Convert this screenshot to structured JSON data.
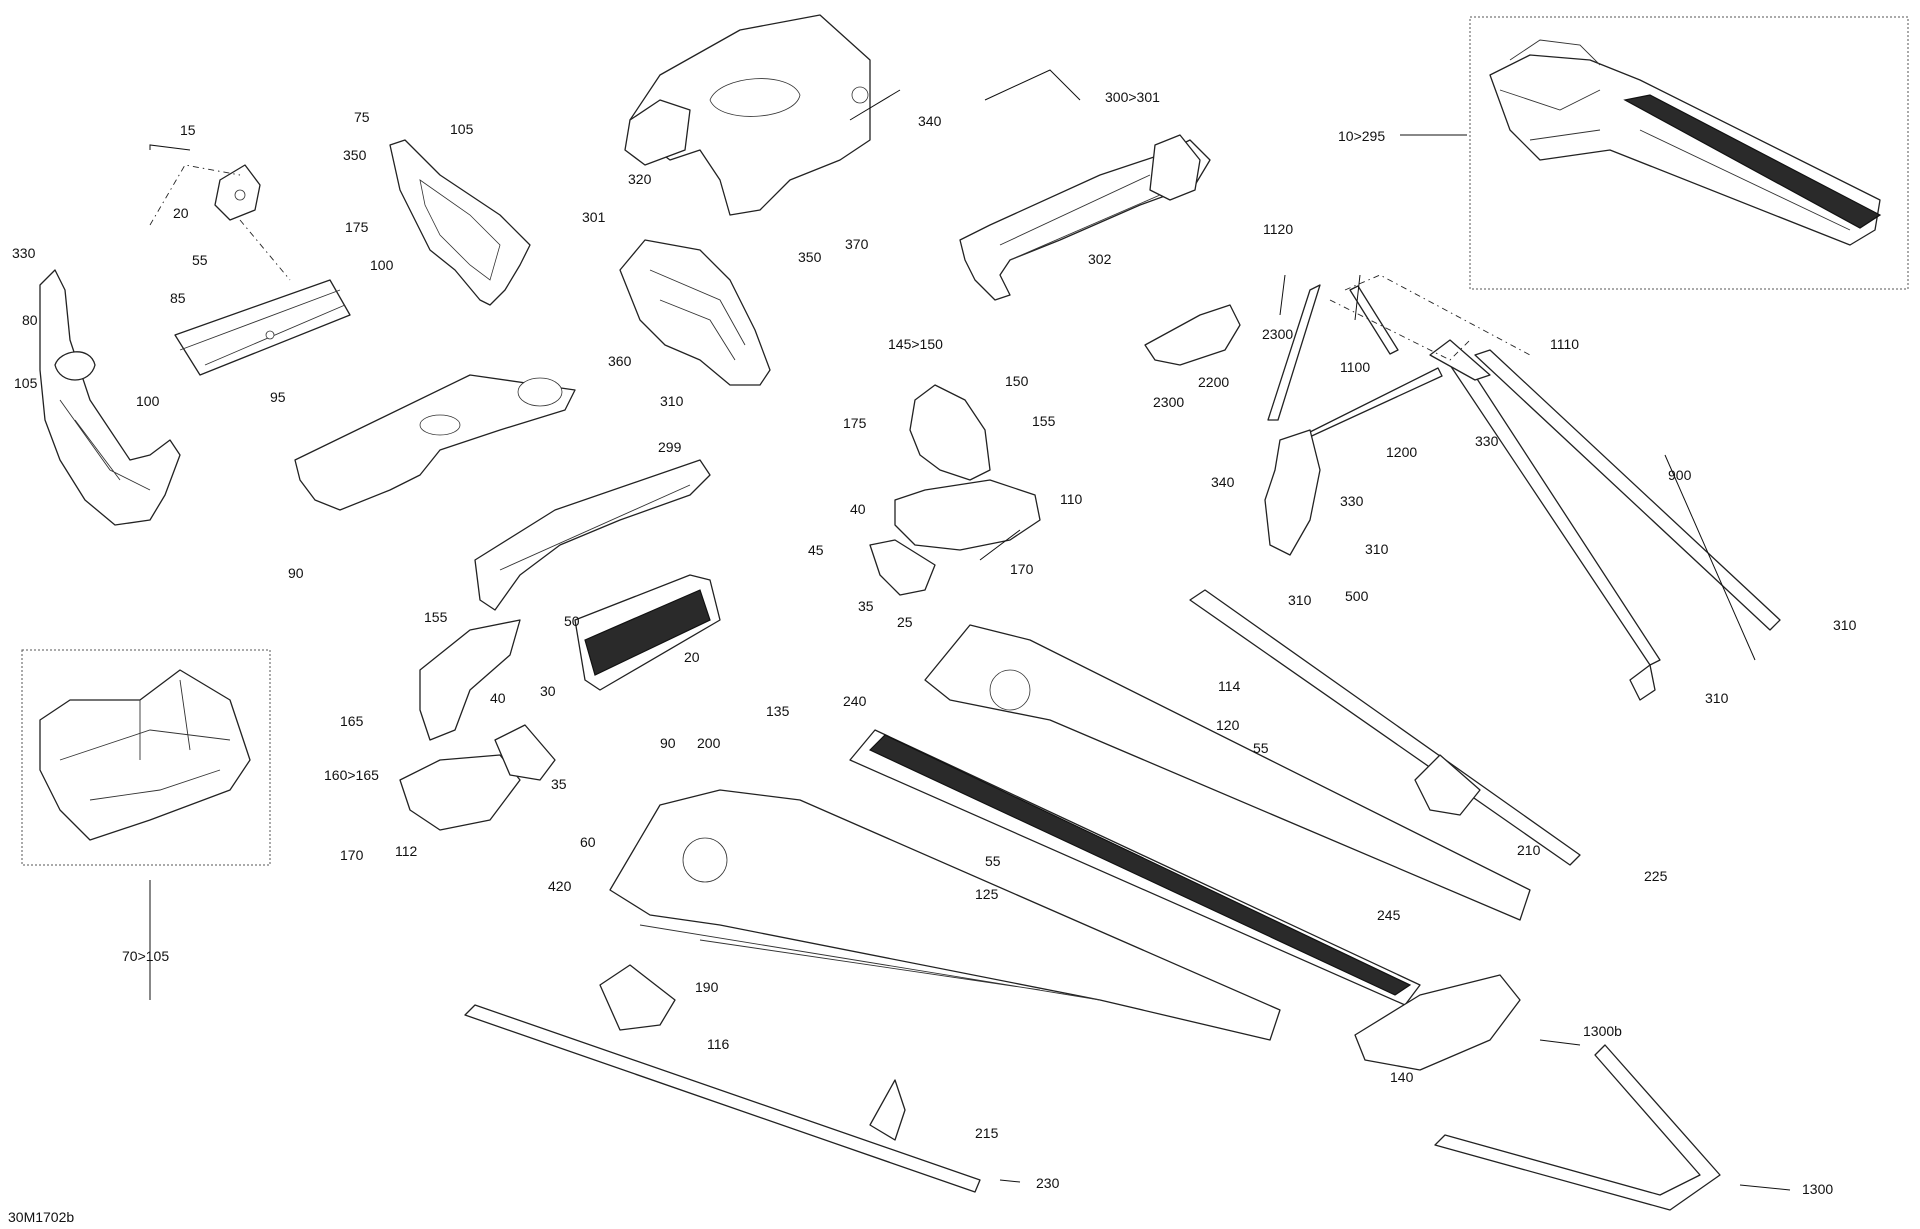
{
  "diagram_code": "30M1702b",
  "callouts": [
    {
      "id": "c15",
      "text": "15"
    },
    {
      "id": "c20a",
      "text": "20"
    },
    {
      "id": "c55a",
      "text": "55"
    },
    {
      "id": "c175a",
      "text": "175"
    },
    {
      "id": "c100a",
      "text": "100"
    },
    {
      "id": "c85",
      "text": "85"
    },
    {
      "id": "c100b",
      "text": "100"
    },
    {
      "id": "c95",
      "text": "95"
    },
    {
      "id": "c330a",
      "text": "330"
    },
    {
      "id": "c80",
      "text": "80"
    },
    {
      "id": "c105a",
      "text": "105"
    },
    {
      "id": "c75",
      "text": "75"
    },
    {
      "id": "c105b",
      "text": "105"
    },
    {
      "id": "c350a",
      "text": "350"
    },
    {
      "id": "c340a",
      "text": "340"
    },
    {
      "id": "c320",
      "text": "320"
    },
    {
      "id": "c301",
      "text": "301"
    },
    {
      "id": "c350b",
      "text": "350"
    },
    {
      "id": "c370",
      "text": "370"
    },
    {
      "id": "c360",
      "text": "360"
    },
    {
      "id": "c310a",
      "text": "310"
    },
    {
      "id": "c300_301",
      "text": "300>301"
    },
    {
      "id": "c302",
      "text": "302"
    },
    {
      "id": "c10_295",
      "text": "10>295"
    },
    {
      "id": "c1120",
      "text": "1120"
    },
    {
      "id": "c2300a",
      "text": "2300"
    },
    {
      "id": "c1100",
      "text": "1100"
    },
    {
      "id": "c1110",
      "text": "1110"
    },
    {
      "id": "c2200",
      "text": "2200"
    },
    {
      "id": "c2300b",
      "text": "2300"
    },
    {
      "id": "c145_150",
      "text": "145>150"
    },
    {
      "id": "c150",
      "text": "150"
    },
    {
      "id": "c175b",
      "text": "175"
    },
    {
      "id": "c155a",
      "text": "155"
    },
    {
      "id": "c110",
      "text": "110"
    },
    {
      "id": "c40a",
      "text": "40"
    },
    {
      "id": "c170a",
      "text": "170"
    },
    {
      "id": "c35a",
      "text": "35"
    },
    {
      "id": "c25",
      "text": "25"
    },
    {
      "id": "c1200",
      "text": "1200"
    },
    {
      "id": "c330b",
      "text": "330"
    },
    {
      "id": "c340b",
      "text": "340"
    },
    {
      "id": "c330c",
      "text": "330"
    },
    {
      "id": "c900",
      "text": "900"
    },
    {
      "id": "c310b",
      "text": "310"
    },
    {
      "id": "c310c",
      "text": "310"
    },
    {
      "id": "c500",
      "text": "500"
    },
    {
      "id": "c310d",
      "text": "310"
    },
    {
      "id": "c310e",
      "text": "310"
    },
    {
      "id": "c90a",
      "text": "90"
    },
    {
      "id": "c299",
      "text": "299"
    },
    {
      "id": "c45",
      "text": "45"
    },
    {
      "id": "c50",
      "text": "50"
    },
    {
      "id": "c20b",
      "text": "20"
    },
    {
      "id": "c135",
      "text": "135"
    },
    {
      "id": "c155b",
      "text": "155"
    },
    {
      "id": "c165",
      "text": "165"
    },
    {
      "id": "c40b",
      "text": "40"
    },
    {
      "id": "c30",
      "text": "30"
    },
    {
      "id": "c160_165",
      "text": "160>165"
    },
    {
      "id": "c35b",
      "text": "35"
    },
    {
      "id": "c170b",
      "text": "170"
    },
    {
      "id": "c112",
      "text": "112"
    },
    {
      "id": "c70_105",
      "text": "70>105"
    },
    {
      "id": "c90b",
      "text": "90"
    },
    {
      "id": "c200",
      "text": "200"
    },
    {
      "id": "c60",
      "text": "60"
    },
    {
      "id": "c420",
      "text": "420"
    },
    {
      "id": "c240",
      "text": "240"
    },
    {
      "id": "c114",
      "text": "114"
    },
    {
      "id": "c120",
      "text": "120"
    },
    {
      "id": "c55b",
      "text": "55"
    },
    {
      "id": "c55c",
      "text": "55"
    },
    {
      "id": "c125",
      "text": "125"
    },
    {
      "id": "c210",
      "text": "210"
    },
    {
      "id": "c225",
      "text": "225"
    },
    {
      "id": "c245",
      "text": "245"
    },
    {
      "id": "c190",
      "text": "190"
    },
    {
      "id": "c116",
      "text": "116"
    },
    {
      "id": "c140",
      "text": "140"
    },
    {
      "id": "c1300b",
      "text": "1300b"
    },
    {
      "id": "c215",
      "text": "215"
    },
    {
      "id": "c230",
      "text": "230"
    },
    {
      "id": "c1300",
      "text": "1300"
    }
  ]
}
